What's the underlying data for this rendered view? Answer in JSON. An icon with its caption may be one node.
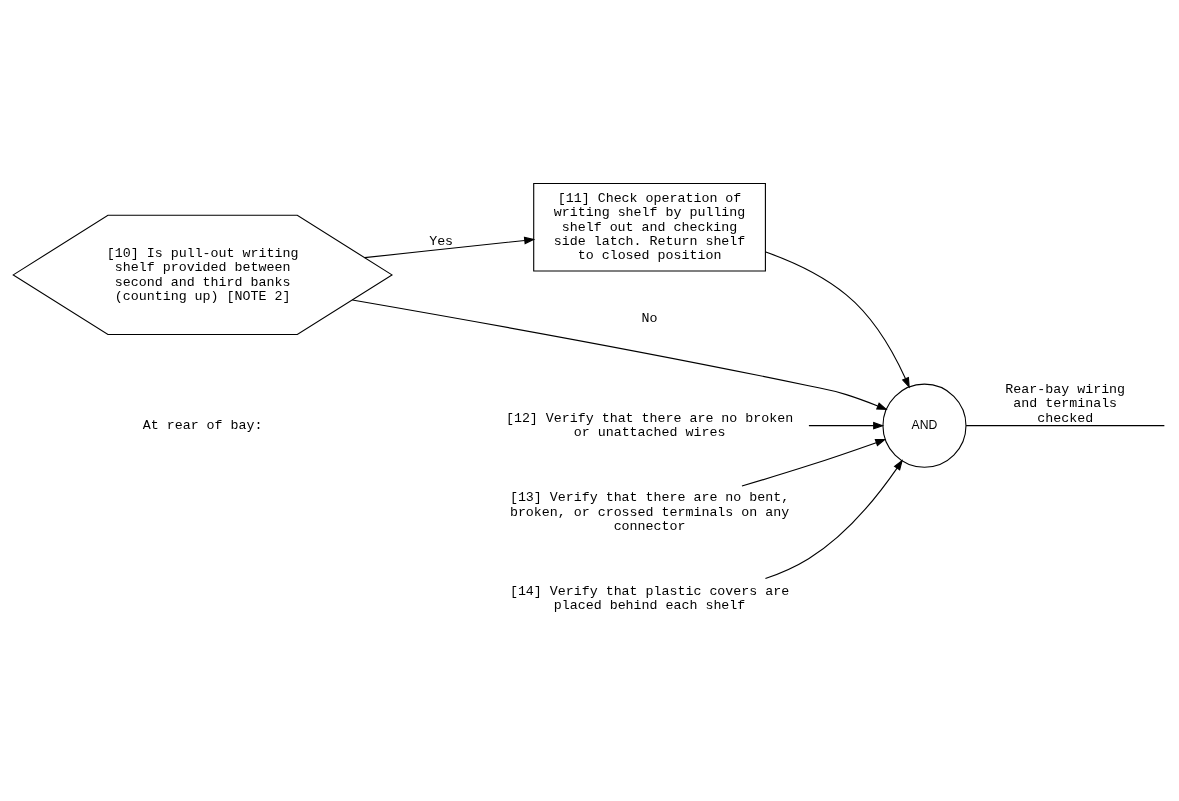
{
  "diagram": {
    "nodes": [
      {
        "text": [
          "[10] Is pull-out writing shelf provided between second and third banks (counting up) [NOTE 2]"
        ]
      },
      {
        "text": [
          "[11] Check operation of writing shelf by pulling shelf out and checking side latch. Return shelf to closed position"
        ]
      },
      {
        "text": [
          "AND"
        ]
      },
      {
        "text": [
          "[12] Verify that there are no broken or unattached wires"
        ]
      },
      {
        "text": [
          "[13] Verify that there are no bent, broken, or crossed terminals on any connector"
        ]
      },
      {
        "text": [
          "[14] Verify that plastic covers are placed behind each shelf"
        ]
      }
    ],
    "edges": [
      {
        "from": 0,
        "to": 1,
        "arrow": "to",
        "label": "Yes"
      },
      {
        "from": 0,
        "to": 2,
        "arrow": "to",
        "label": "No"
      },
      {
        "from": 1,
        "to": 2,
        "arrow": "to"
      },
      {
        "from": 3,
        "to": 2,
        "arrow": "to"
      },
      {
        "from": 4,
        "to": 2,
        "arrow": "to"
      },
      {
        "from": 5,
        "to": 2,
        "arrow": "to"
      },
      {
        "from": 2,
        "to": null,
        "arrow": "none",
        "label": "Rear-bay wiring and terminals checked"
      }
    ],
    "labels": [
      "At rear of bay:"
    ]
  }
}
